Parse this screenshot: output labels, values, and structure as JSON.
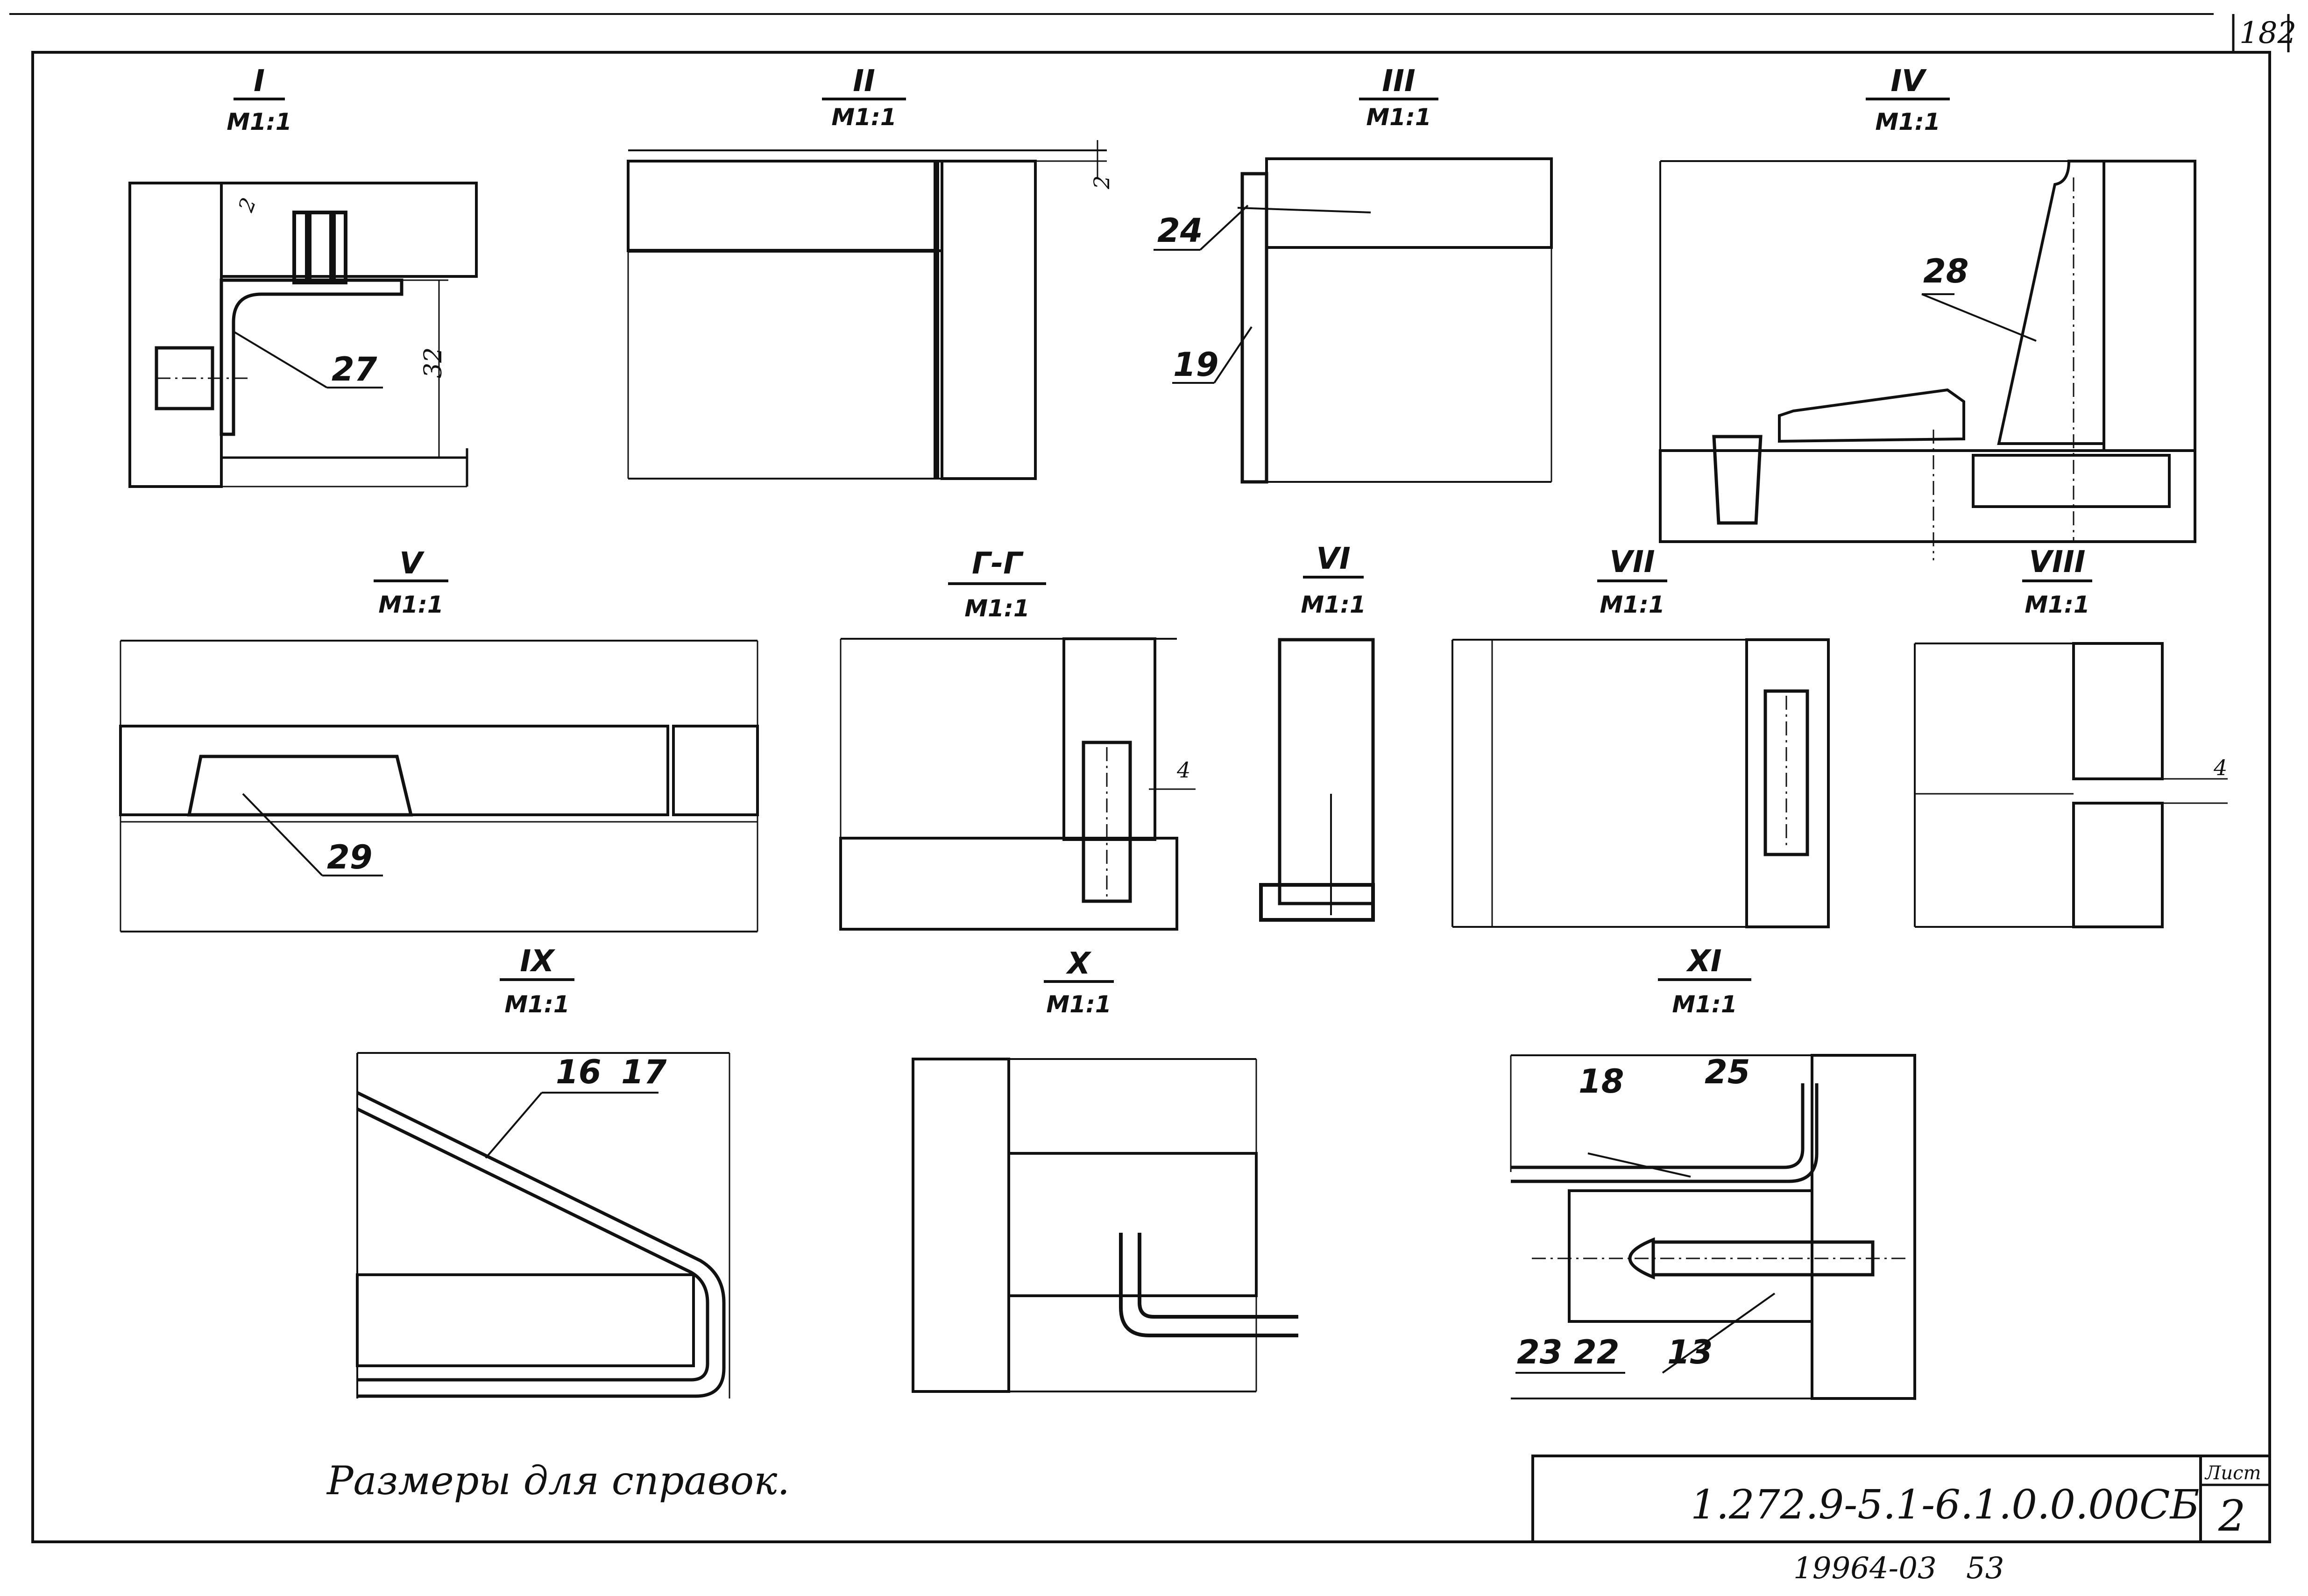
{
  "sheet": {
    "page_number": "182",
    "note": "Размеры для справок.",
    "document_code": "1.272.9-5.1-6.1.0.0.00СБ",
    "sheet_label": "Лист",
    "sheet_number": "2",
    "archive_number": "19964-03",
    "archive_page": "53"
  },
  "details": [
    {
      "id": "I",
      "scale": "M1:1"
    },
    {
      "id": "II",
      "scale": "M1:1"
    },
    {
      "id": "III",
      "scale": "M1:1"
    },
    {
      "id": "IV",
      "scale": "M1:1"
    },
    {
      "id": "V",
      "scale": "M1:1"
    },
    {
      "id": "Г-Г",
      "scale": "M1:1"
    },
    {
      "id": "VI",
      "scale": "M1:1"
    },
    {
      "id": "VII",
      "scale": "M1:1"
    },
    {
      "id": "VIII",
      "scale": "M1:1"
    },
    {
      "id": "IX",
      "scale": "M1:1"
    },
    {
      "id": "X",
      "scale": "M1:1"
    },
    {
      "id": "XI",
      "scale": "M1:1"
    }
  ],
  "callouts": {
    "d1_part": "27",
    "d1_dim_small": "2",
    "d1_dim_height": "32",
    "d2_dim": "2",
    "d3_part_top": "24",
    "d3_part_bottom": "19",
    "d4_part": "28",
    "d5_part": "29",
    "dgg_dim": "4",
    "d8_dim": "4",
    "d9_part_a": "16",
    "d9_part_b": "17",
    "d11_part_a": "18",
    "d11_part_b": "25",
    "d11_part_c": "23",
    "d11_part_d": "22",
    "d11_part_e": "13"
  },
  "colors": {
    "ink": "#111111",
    "paper": "#ffffff"
  }
}
